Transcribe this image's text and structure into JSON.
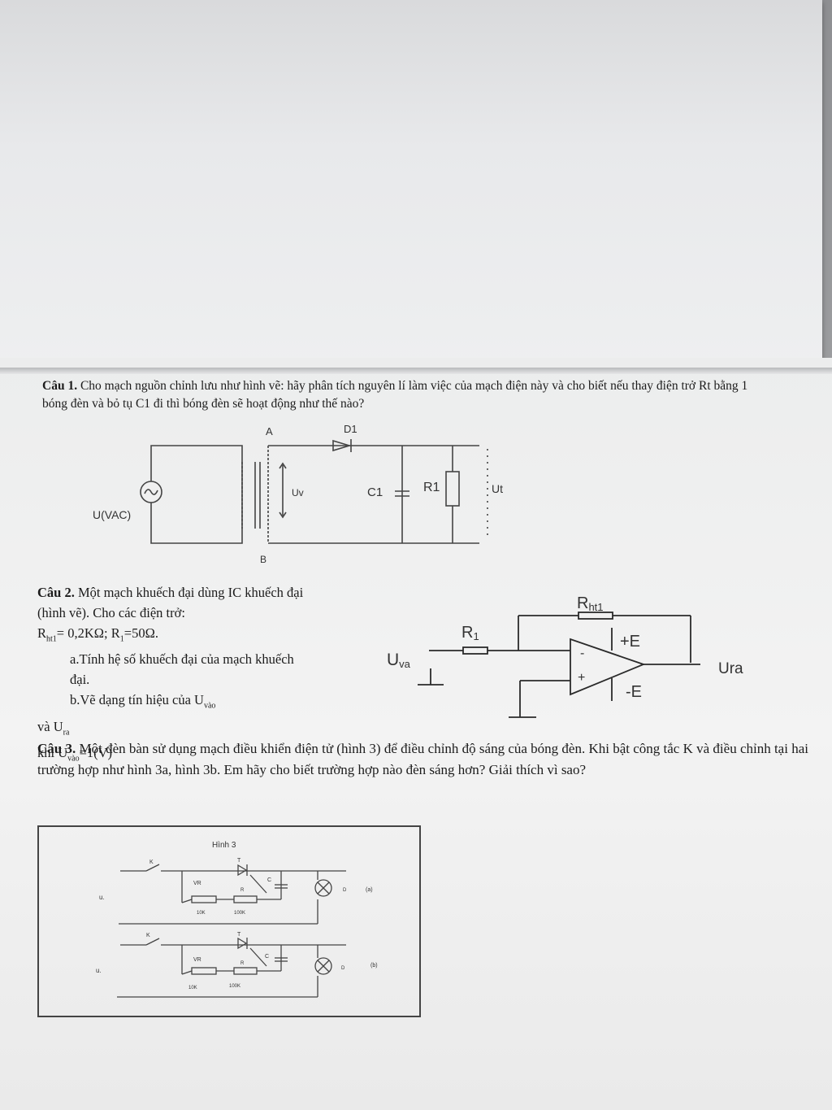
{
  "q1": {
    "label": "Câu 1.",
    "text": "Cho mạch nguồn chỉnh lưu như hình vẽ: hãy phân tích nguyên lí làm việc của mạch điện này và cho biết nếu thay điện trở Rt bằng 1 bóng đèn và bỏ tụ C1 đi thì bóng đèn sẽ hoạt động như thế nào?",
    "diagram": {
      "source_label": "U(VAC)",
      "node_a": "A",
      "node_b": "B",
      "diode_label": "D1",
      "uv_label": "Uv",
      "cap_label": "C1",
      "res_label": "R1",
      "out_label": "Ut"
    }
  },
  "q2": {
    "label": "Câu 2.",
    "line1": "Một mạch khuếch đại dùng IC khuếch đại (hình vẽ). Cho các điện trở:",
    "r_ht_name": "R",
    "r_ht_sub": "ht1",
    "r_ht_val": "= 0,2KΩ;",
    "r1_name": "R",
    "r1_sub": "1",
    "r1_val": "=50Ω.",
    "part_a": "a.Tính hệ số khuếch đại của mạch khuếch đại.",
    "part_b": "b.Vẽ dạng tín hiệu của U",
    "part_b_sub": "vào",
    "and_text": "và U",
    "and_sub": "ra",
    "when_text": "khi U",
    "when_sub": "vào",
    "when_val": "=1(V)",
    "diagram": {
      "rht_label": "R",
      "rht_sub": "ht1",
      "r1_label": "R",
      "r1_sub": "1",
      "uvao_label": "U",
      "uvao_sub": "va",
      "pos_supply": "+E",
      "neg_supply": "-E",
      "minus_sign": "-",
      "plus_sign": "+",
      "out_label": "Ura"
    }
  },
  "q3": {
    "label": "Câu 3.",
    "text": "Một đèn bàn sử dụng mạch điều khiển điện tử (hình 3) để điều chỉnh độ sáng của bóng đèn. Khi bật công tắc K và điều chỉnh tại hai trường hợp như hình 3a, hình 3b. Em hãy cho biết trường hợp nào đèn sáng hơn? Giải thích vì sao?",
    "diagram": {
      "title": "Hình 3",
      "k_label": "K",
      "u_label": "u.",
      "vr_label": "VR",
      "r_label": "R",
      "c_label": "C",
      "t_label": "T",
      "d_label": "D",
      "vr_value": "10K",
      "r_value": "100K",
      "case_a": "(a)",
      "case_b": "(b)"
    }
  }
}
